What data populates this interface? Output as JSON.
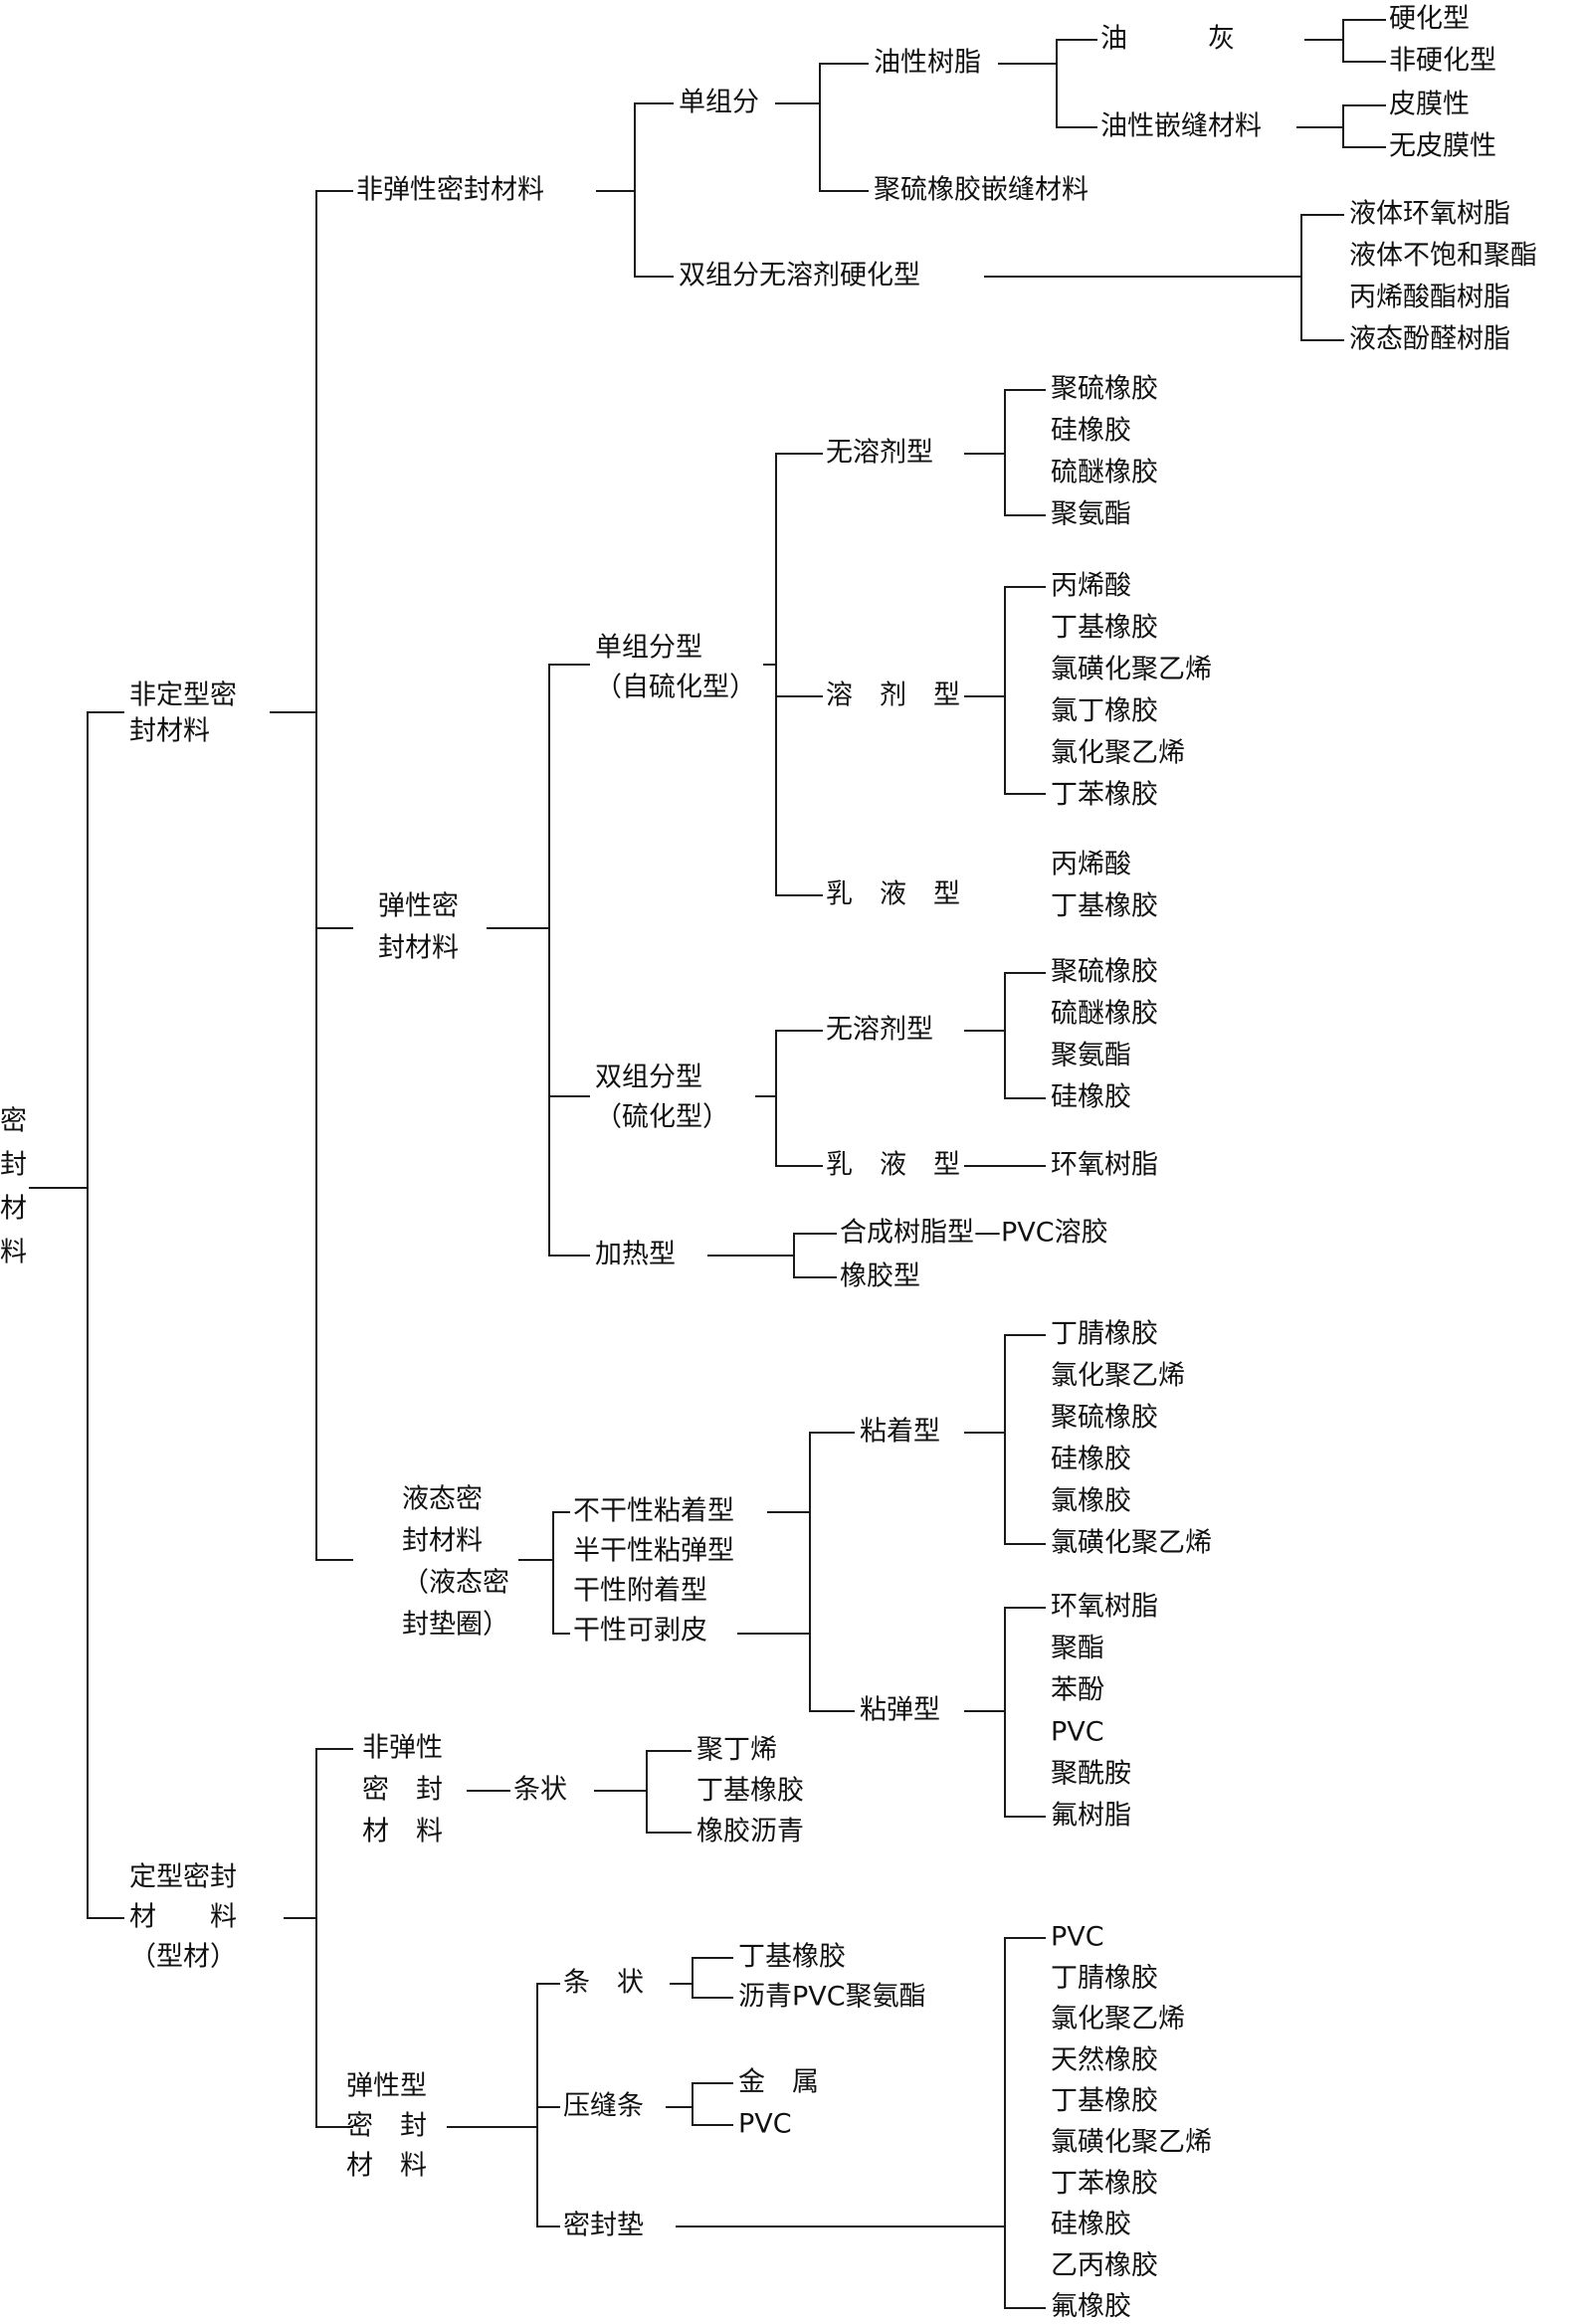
{
  "root": [
    "密",
    "封",
    "材",
    "料"
  ],
  "nodes": {
    "fdx": [
      "非定型密",
      "封材料"
    ],
    "dx": [
      "定型密封",
      "材　　料",
      "（型材）"
    ],
    "nons": "非弹性密封材料",
    "single": "单组分",
    "oily": "油性树脂",
    "youhui": "油　　　灰",
    "hard": "硬化型",
    "nonhard": "非硬化型",
    "caulk": "油性嵌缝材料",
    "film": "皮膜性",
    "nofilm": "无皮膜性",
    "polysulfcaulk": "聚硫橡胶嵌缝材料",
    "twonosolv": "双组分无溶剂硬化型",
    "twonosolv_items": [
      "液体环氧树脂",
      "液体不饱和聚酯",
      "丙烯酸酯树脂",
      "液态酚醛树脂"
    ],
    "elastic": [
      "弹性密",
      "封材料"
    ],
    "single_t": [
      "单组分型",
      "（自硫化型）"
    ],
    "nosolv": "无溶剂型",
    "nosolv_items": [
      "聚硫橡胶",
      "硅橡胶",
      "硫醚橡胶",
      "聚氨酯"
    ],
    "solvent": "溶　剂　型",
    "solvent_items": [
      "丙烯酸",
      "丁基橡胶",
      "氯磺化聚乙烯",
      "氯丁橡胶",
      "氯化聚乙烯",
      "丁苯橡胶"
    ],
    "emulsion": "乳　液　型",
    "emulsion_items": [
      "丙烯酸",
      "丁基橡胶"
    ],
    "two_t": [
      "双组分型",
      "（硫化型）"
    ],
    "nosolv2": "无溶剂型",
    "nosolv2_items": [
      "聚硫橡胶",
      "硫醚橡胶",
      "聚氨酯",
      "硅橡胶"
    ],
    "emulsion2": "乳　液　型",
    "epoxy": "环氧树脂",
    "heat": "加热型",
    "synres": "合成树脂型—PVC溶胶",
    "rubber": "橡胶型",
    "liquid": [
      "液态密",
      "封材料",
      "（液态密",
      "封垫圈）"
    ],
    "liquid_types": [
      "不干性粘着型",
      "半干性粘弹型",
      "干性附着型",
      "干性可剥皮"
    ],
    "adhesive": "粘着型",
    "adhesive_items": [
      "丁腈橡胶",
      "氯化聚乙烯",
      "聚硫橡胶",
      "硅橡胶",
      "氯橡胶",
      "氯磺化聚乙烯"
    ],
    "viscoelastic": "粘弹型",
    "viscoelastic_items": [
      "环氧树脂",
      "聚酯",
      "苯酚",
      "PVC",
      "聚酰胺",
      "氟树脂"
    ],
    "nonelastic2": [
      "非弹性",
      "密　封",
      "材　料"
    ],
    "strip1": "条状",
    "strip1_items": [
      "聚丁烯",
      "丁基橡胶",
      "橡胶沥青"
    ],
    "elastic2": [
      "弹性型",
      "密　封",
      "材　料"
    ],
    "strip2": "条　状",
    "strip2_items": [
      "丁基橡胶",
      "沥青PVC聚氨酯"
    ],
    "press": "压缝条",
    "press_items": [
      "金　属",
      "PVC"
    ],
    "gasket": "密封垫",
    "gasket_items": [
      "PVC",
      "丁腈橡胶",
      "氯化聚乙烯",
      "天然橡胶",
      "丁基橡胶",
      "氯磺化聚乙烯",
      "丁苯橡胶",
      "硅橡胶",
      "乙丙橡胶",
      "氟橡胶"
    ]
  }
}
